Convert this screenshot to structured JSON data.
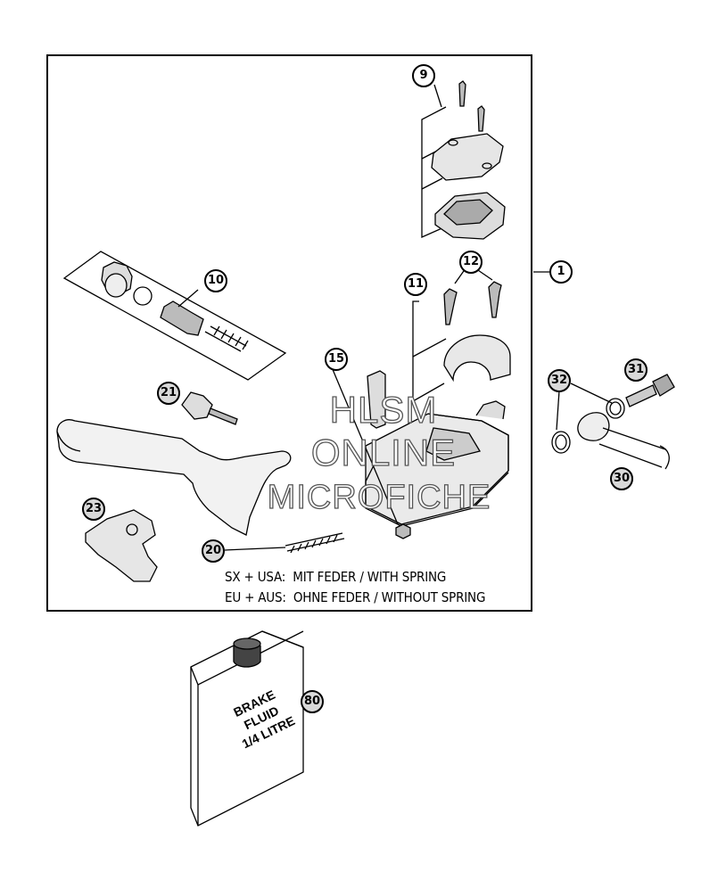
{
  "callouts": {
    "c1": "1",
    "c9": "9",
    "c10": "10",
    "c11": "11",
    "c12": "12",
    "c15": "15",
    "c20": "20",
    "c21": "21",
    "c23": "23",
    "c30": "30",
    "c31": "31",
    "c32": "32",
    "c80": "80"
  },
  "notes": {
    "with_spring": "SX + USA:  MIT FEDER / WITH SPRING",
    "without_spring": "EU + AUS:  OHNE FEDER / WITHOUT SPRING"
  },
  "bottle_label": [
    "BRAKE",
    "FLUID",
    "1/4 LITRE"
  ],
  "watermark": [
    "HLSM",
    "ONLINE",
    "MICROFICHE"
  ]
}
